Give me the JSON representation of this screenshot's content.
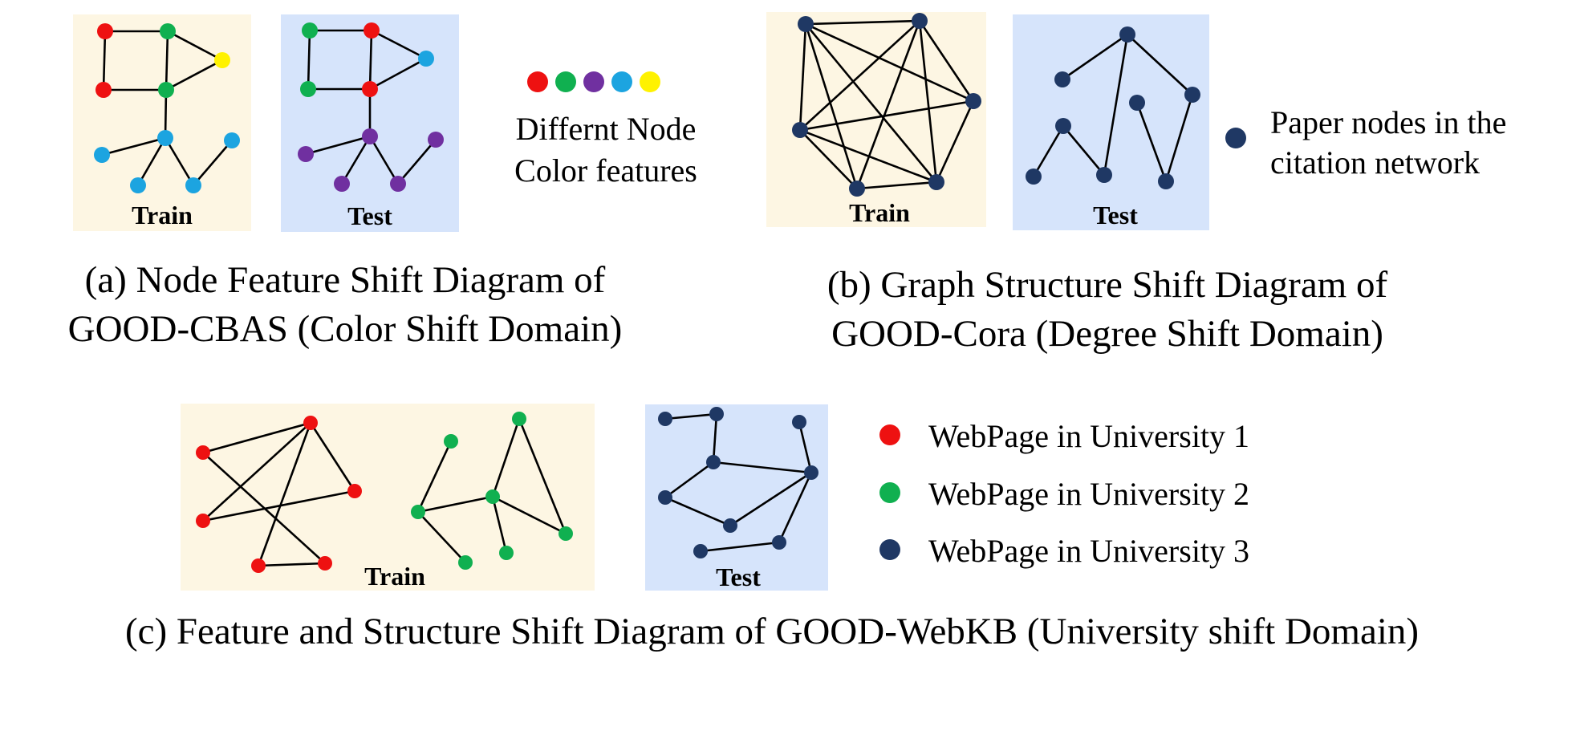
{
  "colors": {
    "red": "#ee1111",
    "green": "#10b050",
    "blue": "#1ca4e0",
    "yellow": "#fff200",
    "purple": "#7030a0",
    "navy": "#1f3864",
    "train_bg": "#fdf6e3",
    "test_bg": "#d6e4fb"
  },
  "panels": {
    "a_train_label": "Train",
    "a_test_label": "Test",
    "b_train_label": "Train",
    "b_test_label": "Test",
    "c_train_label": "Train",
    "c_test_label": "Test"
  },
  "legend_a": {
    "line1": "Differnt Node",
    "line2": "Color features",
    "swatches": [
      "red",
      "green",
      "purple",
      "blue",
      "yellow"
    ]
  },
  "legend_b": {
    "line1": "Paper nodes in the",
    "line2": "citation network"
  },
  "legend_c": [
    {
      "color": "red",
      "label": "WebPage in University 1"
    },
    {
      "color": "green",
      "label": "WebPage in University 2"
    },
    {
      "color": "navy",
      "label": "WebPage in University 3"
    }
  ],
  "captions": {
    "a_line1": "(a) Node Feature Shift Diagram of",
    "a_line2": "GOOD-CBAS (Color Shift Domain)",
    "b_line1": "(b) Graph Structure Shift  Diagram of",
    "b_line2": "GOOD-Cora (Degree Shift Domain)",
    "c_line1": "(c) Feature and Structure Shift Diagram of GOOD-WebKB (University shift Domain)"
  }
}
